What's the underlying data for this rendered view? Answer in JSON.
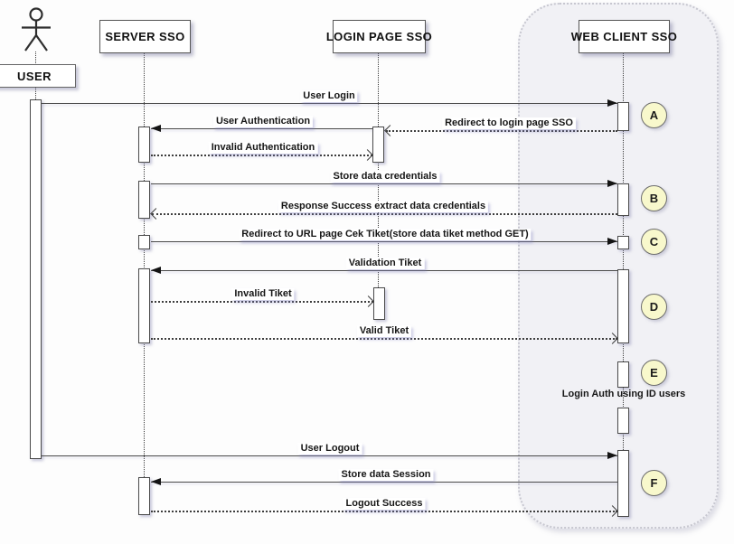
{
  "actor": {
    "label": "USER"
  },
  "participants": [
    {
      "label": "SERVER SSO"
    },
    {
      "label": "LOGIN PAGE SSO"
    },
    {
      "label": "WEB CLIENT SSO"
    }
  ],
  "messages": [
    {
      "label": "User Login",
      "style": "solid"
    },
    {
      "label": "User Authentication",
      "style": "solid"
    },
    {
      "label": "Redirect to login page SSO",
      "style": "dashed"
    },
    {
      "label": "Invalid Authentication",
      "style": "dashed"
    },
    {
      "label": "Store data credentials",
      "style": "solid"
    },
    {
      "label": "Response Success extract data credentials",
      "style": "dashed"
    },
    {
      "label": "Redirect to URL page Cek Tiket(store data tiket method GET)",
      "style": "solid"
    },
    {
      "label": "Validation Tiket",
      "style": "solid"
    },
    {
      "label": "Invalid Tiket",
      "style": "dashed"
    },
    {
      "label": "Valid Tiket",
      "style": "dashed"
    },
    {
      "label": "User Logout",
      "style": "solid"
    },
    {
      "label": "Store data Session",
      "style": "solid"
    },
    {
      "label": "Logout Success",
      "style": "dashed"
    }
  ],
  "note": "Login Auth using ID users",
  "markers": [
    "A",
    "B",
    "C",
    "D",
    "E",
    "F"
  ],
  "colors": {
    "boundary_fill": "#F1F1F5",
    "marker_fill": "#F8F8CC",
    "marker_border": "#6E6E6E",
    "line": "#4A4A4A"
  }
}
